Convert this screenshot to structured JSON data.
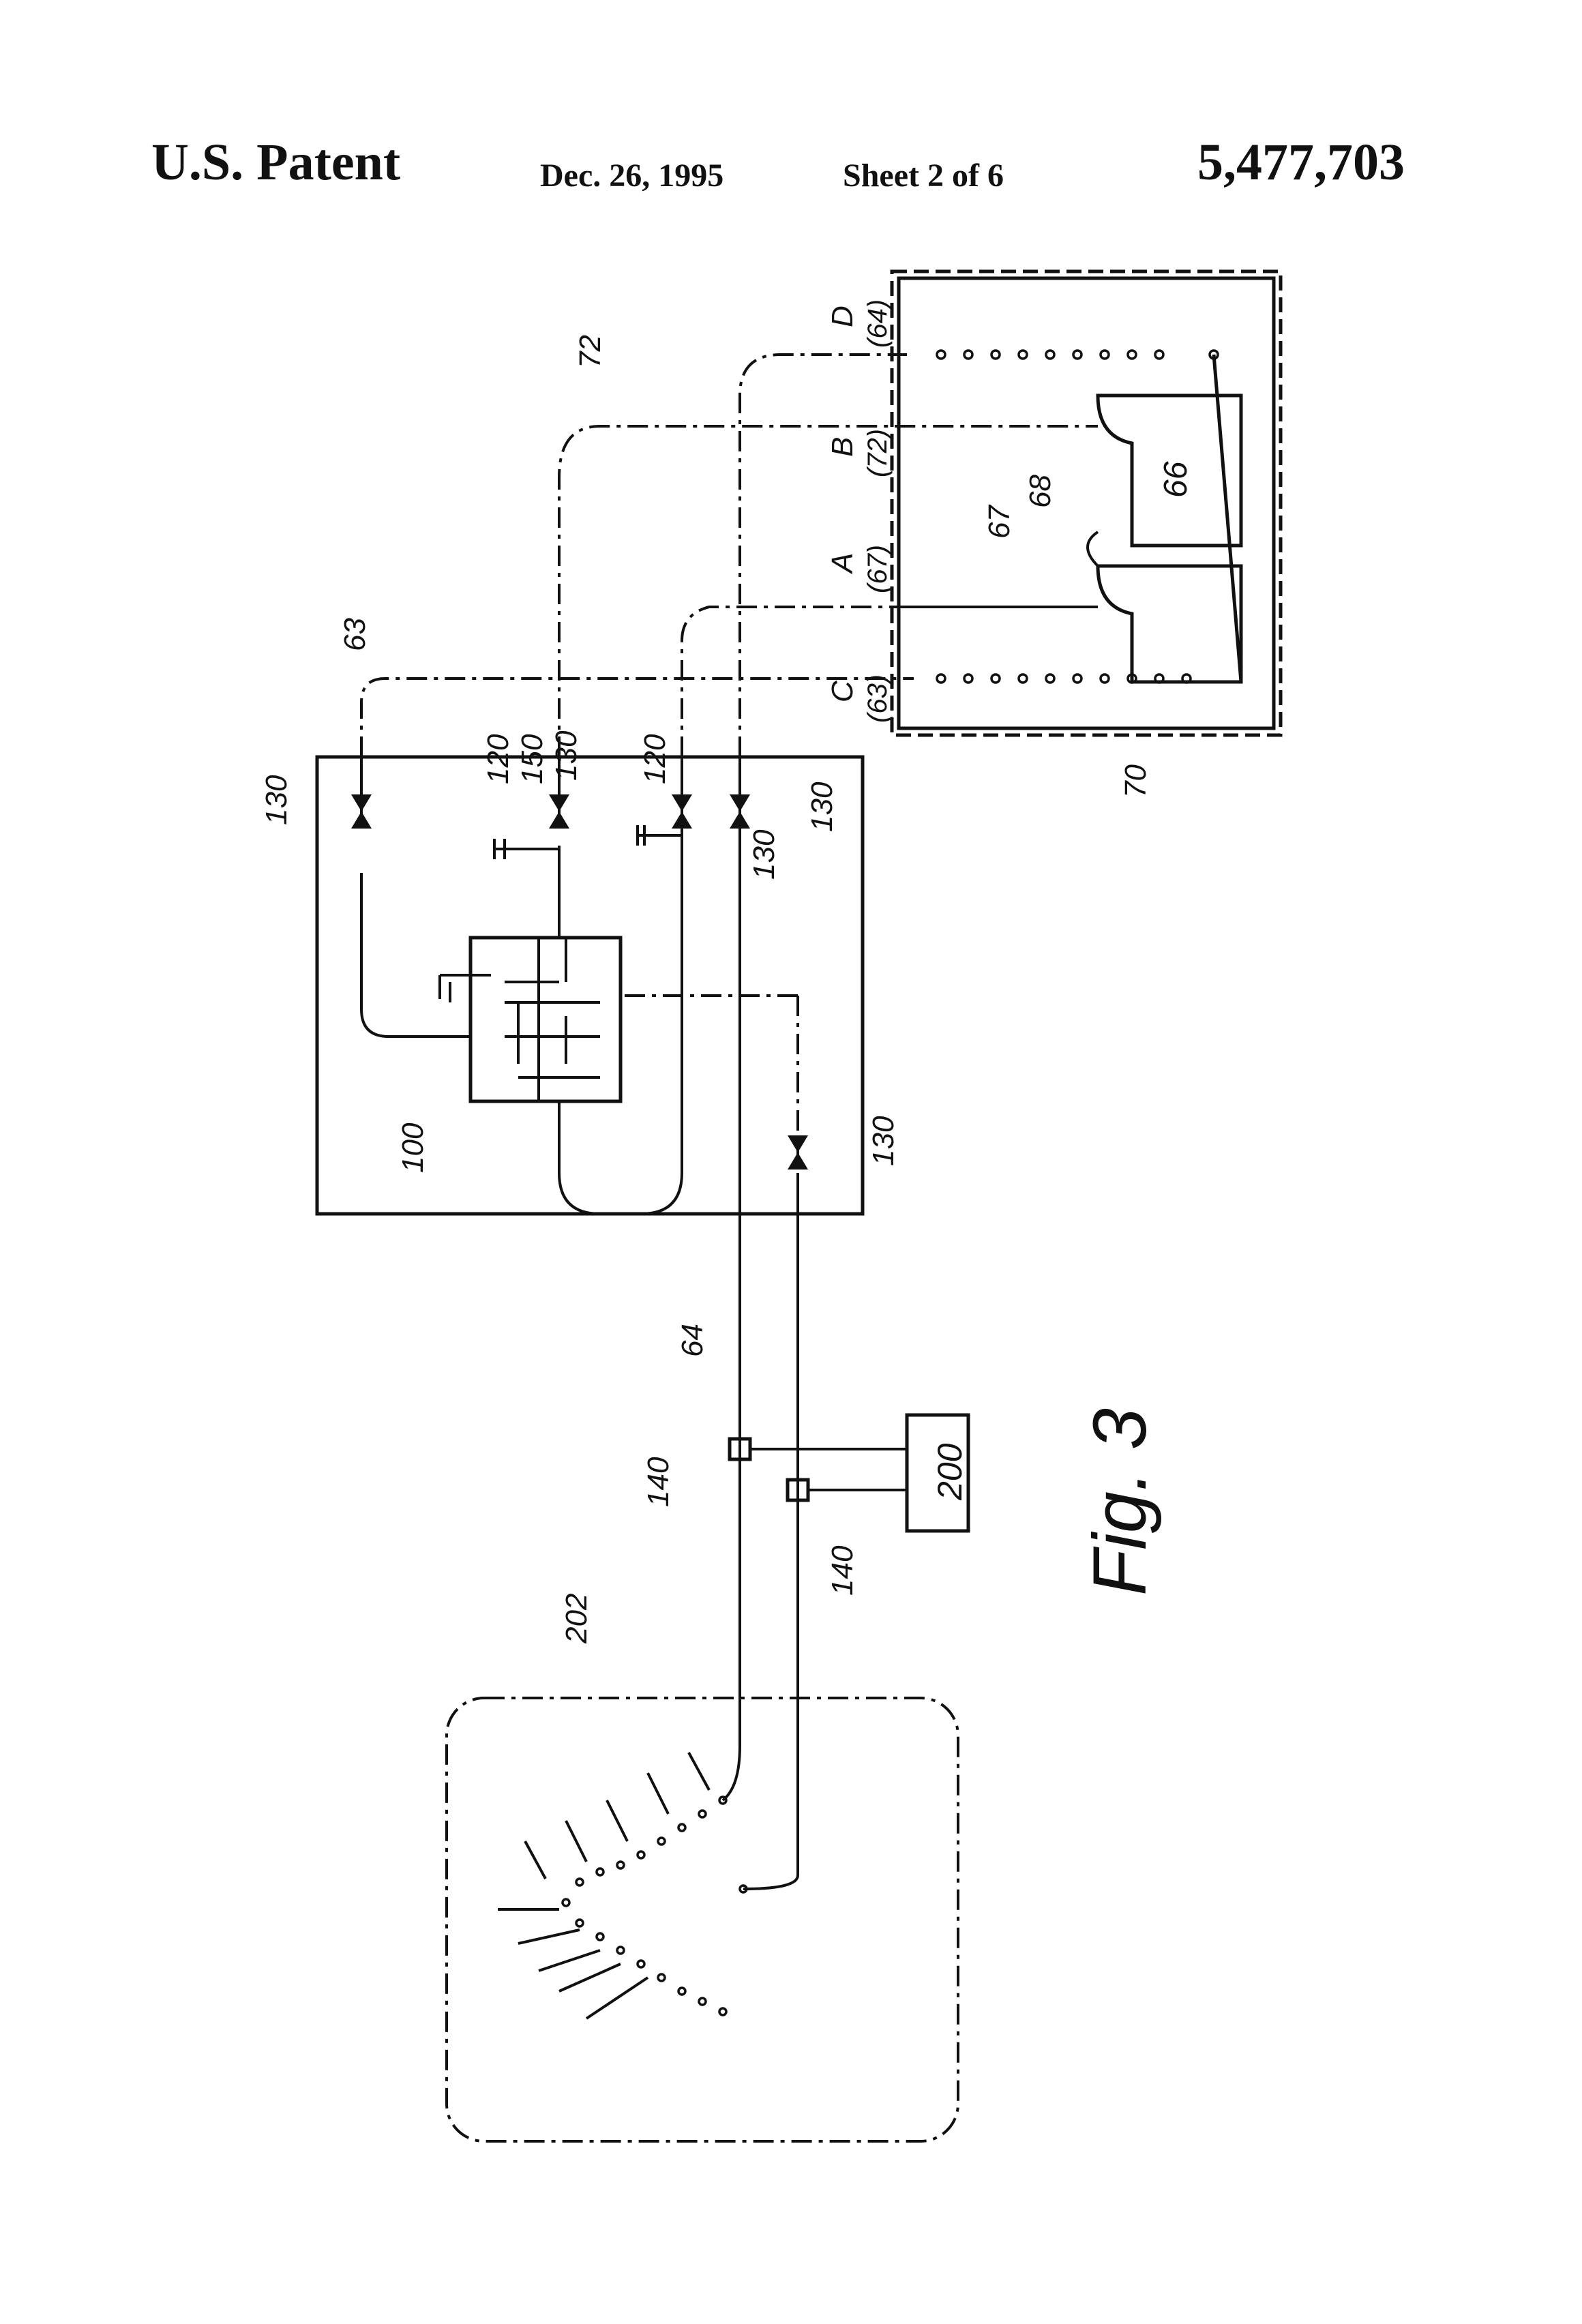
{
  "header": {
    "title": "U.S. Patent",
    "date": "Dec. 26, 1995",
    "sheet": "Sheet 2 of 6",
    "patent_number": "5,477,703"
  },
  "figure": {
    "caption": "Fig. 3",
    "labels": {
      "l63": "63",
      "l72": "72",
      "l130": "130",
      "l120": "120",
      "l150": "150",
      "l100": "100",
      "l64": "64",
      "l140": "140",
      "l200": "200",
      "l202": "202",
      "l66": "66",
      "l67": "67",
      "l68": "68",
      "l70": "70",
      "lA": "A",
      "lB": "B",
      "lC": "C",
      "lD": "D",
      "lA2": "(67)",
      "lB2": "(72)",
      "lC2": "(63)",
      "lD2": "(64)"
    }
  }
}
